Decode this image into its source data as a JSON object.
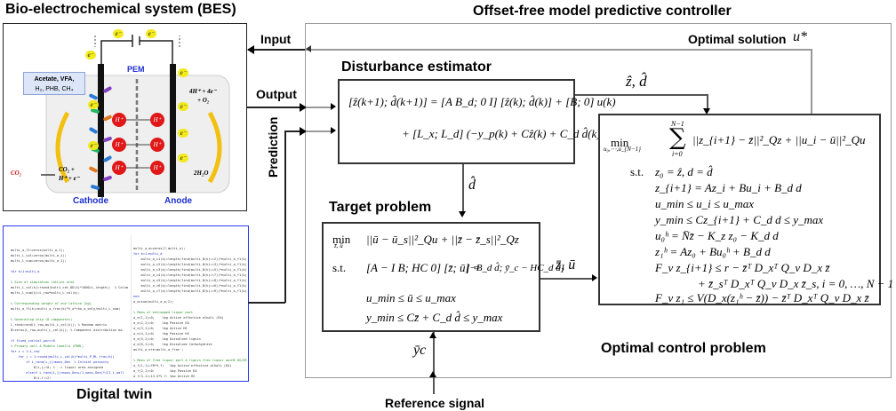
{
  "titles": {
    "bes": "Bio-electrochemical system (BES)",
    "mpc": "Offset-free model predictive controller",
    "digital_twin": "Digital twin"
  },
  "signals": {
    "input": "Input",
    "output": "Output",
    "prediction": "Prediction",
    "optimal_solution": "Optimal solution",
    "optimal_solution_sym": "u*",
    "reference_signal": "Reference signal",
    "zhat_dhat": "ẑ, d̂",
    "dhat": "d̂",
    "zbar_ubar": "z̄, ū",
    "ybar_c": "ȳc"
  },
  "bes": {
    "electron": "e⁻",
    "pem": "PEM",
    "cathode": "Cathode",
    "anode": "Anode",
    "proton": "H⁺",
    "products_line1": "Acetate, VFA,",
    "products_line2": "H₂, PHB, CH₄",
    "co2_in": "CO₂",
    "cathode_reaction_1": "CO₂ +",
    "cathode_reaction_2": "H⁺ + e⁻",
    "anode_reaction_1": "4H⁺ + 4e⁻",
    "anode_reaction_2": "+ O₂",
    "anode_water": "2H₂O",
    "colors": {
      "label_blue": "#1c2fd0",
      "proton_red": "#e01818",
      "electron_yellow": "#f2ea1e",
      "co2_red": "#d01010",
      "products_box": "#dce6f8"
    }
  },
  "blocks": {
    "disturbance_estimator": {
      "title": "Disturbance estimator",
      "eq_line1": "[ẑ(k+1); d̂(k+1)] = [A  B_d; 0  I] [ẑ(k); d̂(k)] + [B; 0] u(k)",
      "eq_line2": "+ [L_x; L_d] (−y_p(k) + Cẑ(k) + C_d d̂(k))"
    },
    "target_problem": {
      "title": "Target problem",
      "objective_op": "min",
      "objective_sub": "z̄, ū",
      "objective": "||ū − ū_s||²_Qu + ||z̄ − z̄_s||²_Qz",
      "st": "s.t.",
      "constraint_eq_lhs": "[A − I  B; HC  0] [z̄; ū] =",
      "constraint_eq_rhs": "[−B_d d̂; ȳ_c − HC_d d̂]",
      "constraint_u": "u_min ≤ ū ≤ u_max",
      "constraint_y": "y_min ≤ Cz̄ + C_d d̂ ≤ y_max"
    },
    "optimal_control_problem": {
      "title": "Optimal control problem",
      "objective_op": "min",
      "objective_sub": "u₀,⋯,u_{N−1}",
      "sum_top": "N−1",
      "sum_bottom": "i=0",
      "objective": "||z_{i+1} − z̄||²_Qz + ||u_i − ū||²_Qu",
      "st": "s.t.",
      "constraints": [
        "z₀ = ẑ,  d = d̂",
        "z_{i+1} = Az_i + Bu_i + B_d d",
        "u_min ≤ u_i ≤ u_max",
        "y_min ≤ Cz_{i+1} + C_d d ≤ y_max",
        "u₀ʰ = N̄z̄ − K_z z₀ − K_d d",
        "z₁ʰ = Az₀ + Bu₀ʰ + B_d d",
        "F_v z_{i+1} ≤ r − z̄ᵀ D_xᵀ Q_v D_x z̄",
        "+ z̄_sᵀ D_xᵀ Q_v D_x z̄_s,    i = 0, …, N − 1",
        "F_v z₁ ≤ V(D_x(z₁ʰ − z̄)) − z̄ᵀ D_xᵀ Q_v D_x z̄"
      ]
    }
  },
  "digital_twin_code": {
    "left": [
      "multi_a_fl=zeros(multi_a,1);",
      "multi_L_col=zeros(multi_a,1);",
      "multi_L_num=zeros(multi_a,1);",
      "",
      "for k=1:multi_a",
      "",
      "% Size of simulation lattice area",
      "multi_L_col(k)=round(multi_cat_DD(k)*1000/L_length);  % Colum",
      "multi_L_num(k)=L_row*multi_L_col(k);",
      "",
      "% Corresponding weight of one lattice [kg]",
      "multi_a_f1(k)=multi_a_frac(k)*V_o*rho_a_only/multi_L_num(",
      "",
      "% Generating chip (6 components)",
      "L_rand=rand(L_row,multi_L_col(k)); % Random matrix",
      "B=zeros(L_row,multi_L_col(k)); % Component distribution ma",
      "",
      "if fixed_initial_por==0",
      "% Primary wall & Middle lamella (PDML)",
      "for i = 1:L_row",
      "    for j = 1:round(multi_L_col(k)*multi_P_ML_frac(k))",
      "        if L_rand(i,j)<mass_Den  % Initial porosity",
      "            B(i,j)=0; % --> liquor area assigned",
      "        elseif L_rand(i,j)<mass_Den+(1-mass_Den)*(C1_i_wall",
      "            B(i,j)=2;"
    ],
    "right": [
      "multi_a_m=zeros(7,multi_a);",
      "for k=1:multi_a",
      "    multi_a_c1(k)=length(find(multi_B(k)==2))*multi_a_f1(k);",
      "    multi_a_c2(k)=length(find(multi_B(k)==3))*multi_a_f1(k);",
      "    multi_a_c3(k)=length(find(multi_B(k)==5))*multi_a_f1(k);",
      "    multi_a_c4(k)=length(find(multi_B(k)==7))*multi_a_f1(k);",
      "    multi_a_c5(k)=length(find(multi_B(k)==8))*multi_a_f1(k);",
      "    multi_a_c6(k)=length(find(multi_B(k)==6))*multi_a_f1(k);",
      "    multi_a_c7(k)=length(find(multi_B(k)==9))*multi_a_f1(k);",
      "end",
      "a_m=sum(multi_a_m,2);",
      "",
      "% Mass of entrapped liquor part",
      "a_e(1,1)=0;    %kg Active effective alkali (EA)",
      "a_e(2,1)=0;    %kg Passive EA",
      "a_e(3,1)=0;    %kg Active HS",
      "a_e(4,1)=0;    %kg Passive HS",
      "a_e(5,1)=0;    %kg Dissolved lignin",
      "a_e(6,1)=0;    %kg Dissolved Carbohydrate",
      "multi_a_ere=multi_a_frac';",
      "",
      "% Mass of free liquor part & lignin free liquor ow=HE DS/ER",
      "a_f(1,1)=78*V_f;   %kg Active effective alkali (EA)",
      "a_f(2,1)=0;        %kg Passive EA",
      "a_f(3,1)=13.5*V_f; %kg Active HS",
      "a_f(4,1)=0;        %kg Passive HS",
      "a_f(5,1)=55.8*V_f; %kg Dissolved lignin",
      "a_f(6,1)=55.8*V_f; %kg Dissolved Carbohydrate"
    ]
  }
}
